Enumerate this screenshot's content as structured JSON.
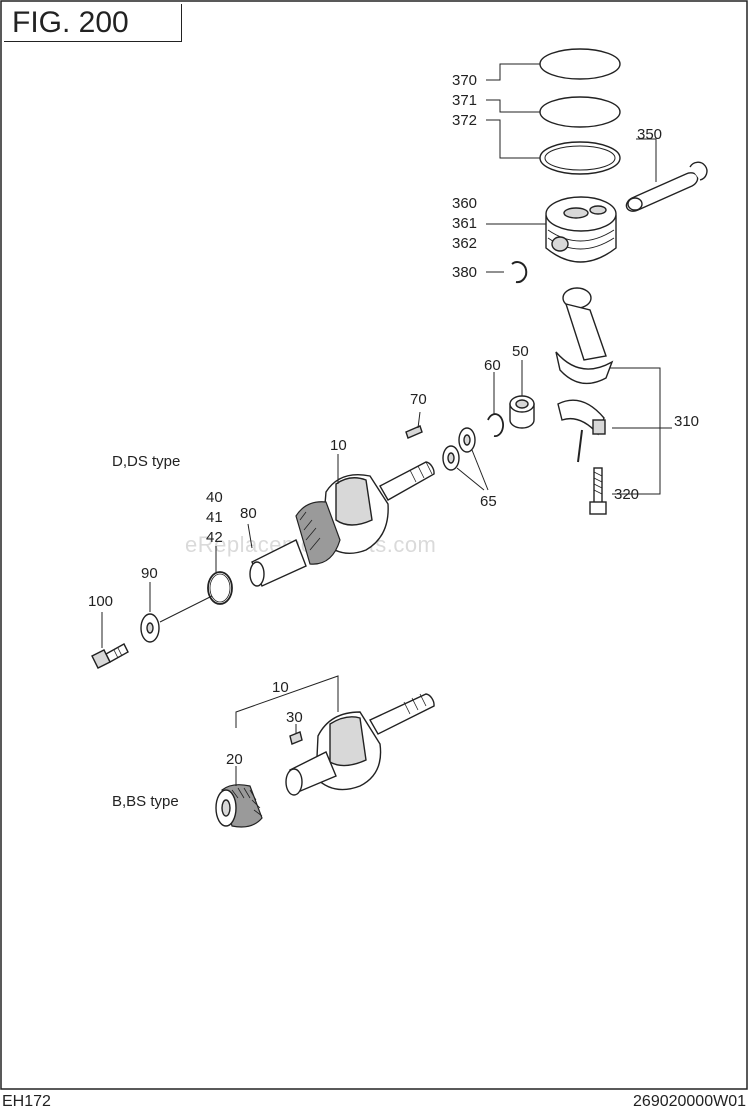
{
  "figure": {
    "title": "FIG. 200",
    "footer_left": "EH172",
    "footer_right": "269020000W01",
    "watermark": "eReplacementParts.com"
  },
  "type_labels": {
    "top": "D,DS type",
    "bottom": "B,BS type"
  },
  "callouts": {
    "c370": "370",
    "c371": "371",
    "c372": "372",
    "c350": "350",
    "c360": "360",
    "c361": "361",
    "c362": "362",
    "c380": "380",
    "c50": "50",
    "c60": "60",
    "c70": "70",
    "c310": "310",
    "c320": "320",
    "c10_top": "10",
    "c65": "65",
    "c40": "40",
    "c41": "41",
    "c42": "42",
    "c80": "80",
    "c90": "90",
    "c100": "100",
    "c10_bottom": "10",
    "c30": "30",
    "c20": "20"
  }
}
